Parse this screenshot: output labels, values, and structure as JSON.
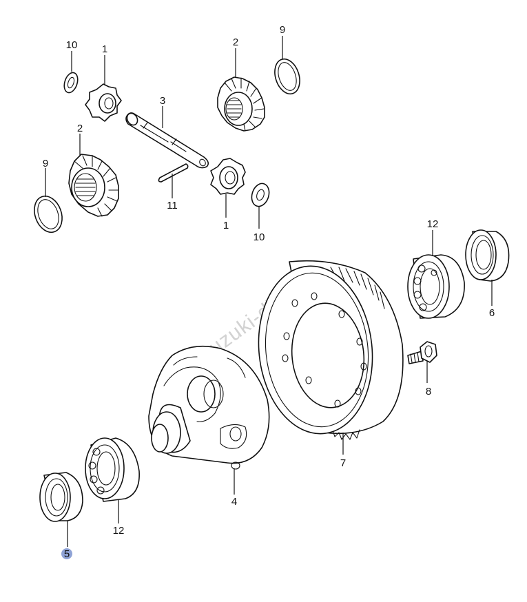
{
  "watermark": "www.suzuki-diely.sk",
  "highlight_color": "#8fa3d6",
  "callouts": {
    "c10a": "10",
    "c1a": "1",
    "c2a": "2",
    "c9a": "9",
    "c3": "3",
    "c2b": "2",
    "c9b": "9",
    "c11": "11",
    "c1b": "1",
    "c10b": "10",
    "c12a": "12",
    "c6": "6",
    "c8": "8",
    "c7": "7",
    "c4": "4",
    "c12b": "12",
    "c5": "5"
  }
}
